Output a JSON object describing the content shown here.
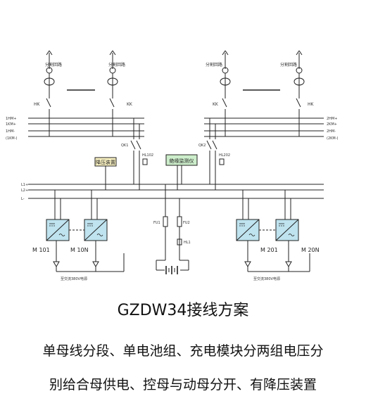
{
  "diagram": {
    "feeder_labels": [
      "分割回路",
      "分割回路",
      "分割回路",
      "分割回路"
    ],
    "switches": {
      "hk_left": "HK",
      "kk_left": "KK",
      "kk_right": "KK",
      "hk_right": "HK"
    },
    "bus_left": [
      "1HM+",
      "1KM+",
      "1HM-",
      "(1KM-)"
    ],
    "bus_right": [
      "2HM+",
      "2KM+",
      "2HM-",
      "(2KM-)"
    ],
    "breakers": {
      "qk1": "QK1",
      "qk2": "QK2",
      "hl102": "HL102",
      "hl202": "HL202"
    },
    "boxes": {
      "step_down": "降压装置",
      "insulation": "绝缘监测仪"
    },
    "dc_bus": [
      "L1+",
      "L2+",
      "L-"
    ],
    "battery": {
      "fu1": "FU1",
      "fu2": "FU2",
      "hl1": "HL1"
    },
    "modules": [
      "M 101",
      "M 10N",
      "M 201",
      "M 20N"
    ],
    "ac_inputs": [
      "至交流380V电源",
      "至交流380V电源"
    ]
  },
  "title": "GZDW34接线方案",
  "description": {
    "line1": "单母线分段、单电池组、充电模块分两组电压分",
    "line2": "别给合母供电、控母与动母分开、有降压装置"
  },
  "colors": {
    "line": "#222222",
    "module_fill": "#bfe3ef",
    "step_down_fill": "#fbf3c3",
    "insulation_fill": "#cdeecb"
  }
}
